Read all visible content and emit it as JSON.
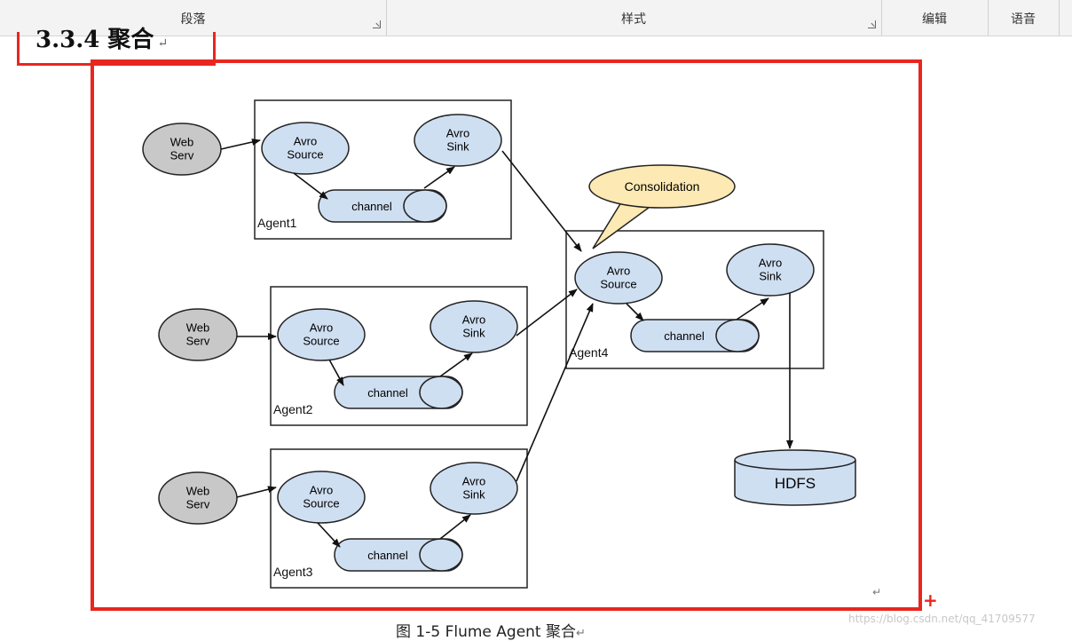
{
  "ribbon": {
    "paragraph": "段落",
    "styles": "样式",
    "editing": "编辑",
    "voice": "语音"
  },
  "heading": {
    "text": "3.3.4 聚合",
    "mark": "↵"
  },
  "diagram": {
    "web_serv": "Web\nServ",
    "avro_source": "Avro\nSource",
    "avro_sink": "Avro\nSink",
    "channel": "channel",
    "agent1": "Agent1",
    "agent2": "Agent2",
    "agent3": "Agent3",
    "agent4": "Agent4",
    "consolidation": "Consolidation",
    "hdfs": "HDFS"
  },
  "caption": {
    "text": "图 1-5 Flume Agent 聚合",
    "mark": "↵"
  },
  "para_mark": "↵",
  "watermark": "https://blog.csdn.net/qq_41709577",
  "colors": {
    "highlight_red": "#e8261f",
    "node_blue": "#cfdff2",
    "node_gray": "#c8c8c8",
    "callout_yellow": "#fde9b3"
  }
}
